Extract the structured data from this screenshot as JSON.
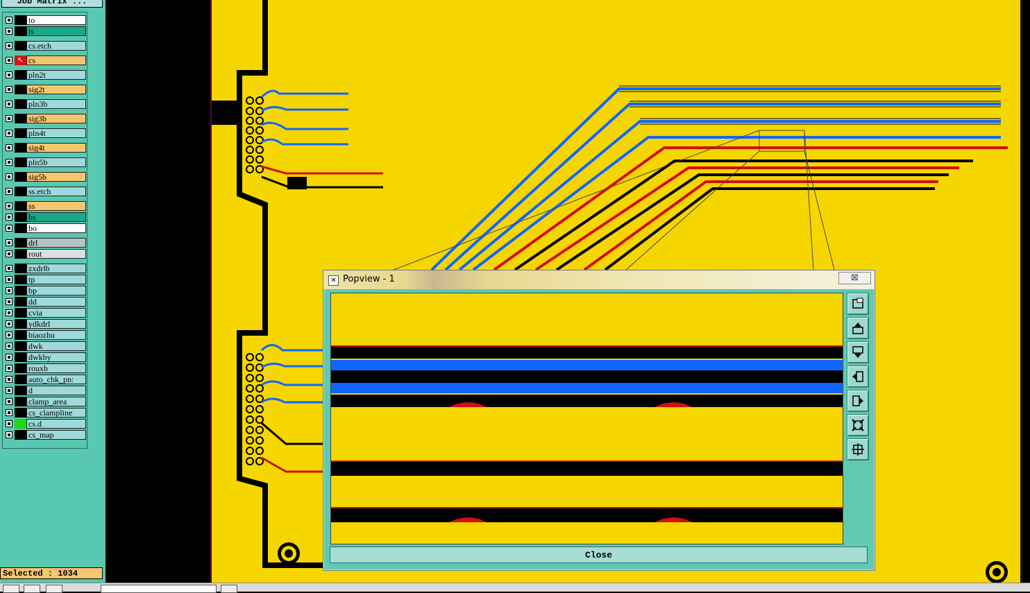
{
  "panel": {
    "title": "Job Matrix ...",
    "layers": [
      {
        "name": "to",
        "color": "#ffffff",
        "swatch": "#000000"
      },
      {
        "name": "ts",
        "color": "#1aa88a",
        "swatch": "#000000"
      },
      {
        "name": "cs.etch",
        "color": "#9fd9db",
        "swatch": "#000000"
      },
      {
        "name": "cs",
        "color": "#f5c66d",
        "swatch": "#e01010",
        "active": true
      },
      {
        "name": "pln2t",
        "color": "#9fd9db",
        "swatch": "#000000"
      },
      {
        "name": "sig2t",
        "color": "#f5c66d",
        "swatch": "#000000"
      },
      {
        "name": "pln3b",
        "color": "#9fd9db",
        "swatch": "#000000"
      },
      {
        "name": "sig3b",
        "color": "#f5c66d",
        "swatch": "#000000"
      },
      {
        "name": "pln4t",
        "color": "#9fd9db",
        "swatch": "#000000"
      },
      {
        "name": "sig4t",
        "color": "#f5c66d",
        "swatch": "#000000"
      },
      {
        "name": "pln5b",
        "color": "#9fd9db",
        "swatch": "#000000"
      },
      {
        "name": "sig5b",
        "color": "#f5c66d",
        "swatch": "#000000"
      },
      {
        "name": "ss.etch",
        "color": "#9fd9db",
        "swatch": "#000000"
      },
      {
        "name": "ss",
        "color": "#f5c66d",
        "swatch": "#000000"
      },
      {
        "name": "bs",
        "color": "#1aa88a",
        "swatch": "#000000"
      },
      {
        "name": "bo",
        "color": "#ffffff",
        "swatch": "#000000"
      },
      {
        "name": "drl",
        "color": "#b6c3c3",
        "swatch": "#000000"
      },
      {
        "name": "rout",
        "color": "#dedede",
        "swatch": "#000000"
      },
      {
        "name": "zxdrlb",
        "color": "#9fd9db",
        "swatch": "#000000"
      },
      {
        "name": "tp",
        "color": "#9fd9db",
        "swatch": "#000000"
      },
      {
        "name": "bp",
        "color": "#9fd9db",
        "swatch": "#000000"
      },
      {
        "name": "dd",
        "color": "#9fd9db",
        "swatch": "#000000"
      },
      {
        "name": "cvia",
        "color": "#9fd9db",
        "swatch": "#000000"
      },
      {
        "name": "ydkdrl",
        "color": "#9fd9db",
        "swatch": "#000000"
      },
      {
        "name": "biaozhu",
        "color": "#9fd9db",
        "swatch": "#000000"
      },
      {
        "name": "dwk",
        "color": "#9fd9db",
        "swatch": "#000000"
      },
      {
        "name": "dwkby",
        "color": "#9fd9db",
        "swatch": "#000000"
      },
      {
        "name": "rouxb",
        "color": "#9fd9db",
        "swatch": "#000000"
      },
      {
        "name": "auto_chk_pn:",
        "color": "#9fd9db",
        "swatch": "#000000"
      },
      {
        "name": "d",
        "color": "#9fd9db",
        "swatch": "#000000"
      },
      {
        "name": "clamp_area",
        "color": "#9fd9db",
        "swatch": "#000000"
      },
      {
        "name": "cs_clamplinе",
        "color": "#9fd9db",
        "swatch": "#000000"
      },
      {
        "name": "cs.d",
        "color": "#9fd9db",
        "swatch": "#19d919"
      },
      {
        "name": "cs_map",
        "color": "#9fd9db",
        "swatch": "#000000"
      }
    ],
    "selected_status": "Selected : 1034"
  },
  "popview": {
    "title": "Popview - 1",
    "close_x": "⊠",
    "close_label": "Close",
    "toolbar": [
      "zoom-window-icon",
      "pan-up-icon",
      "pan-down-icon",
      "pan-left-icon",
      "pan-right-icon",
      "fit-zoom-icon",
      "center-icon"
    ]
  },
  "colors": {
    "board": "#f5d600",
    "trace_blue": "#1166ff",
    "trace_red": "#d01010",
    "panel": "#59c8b0"
  }
}
